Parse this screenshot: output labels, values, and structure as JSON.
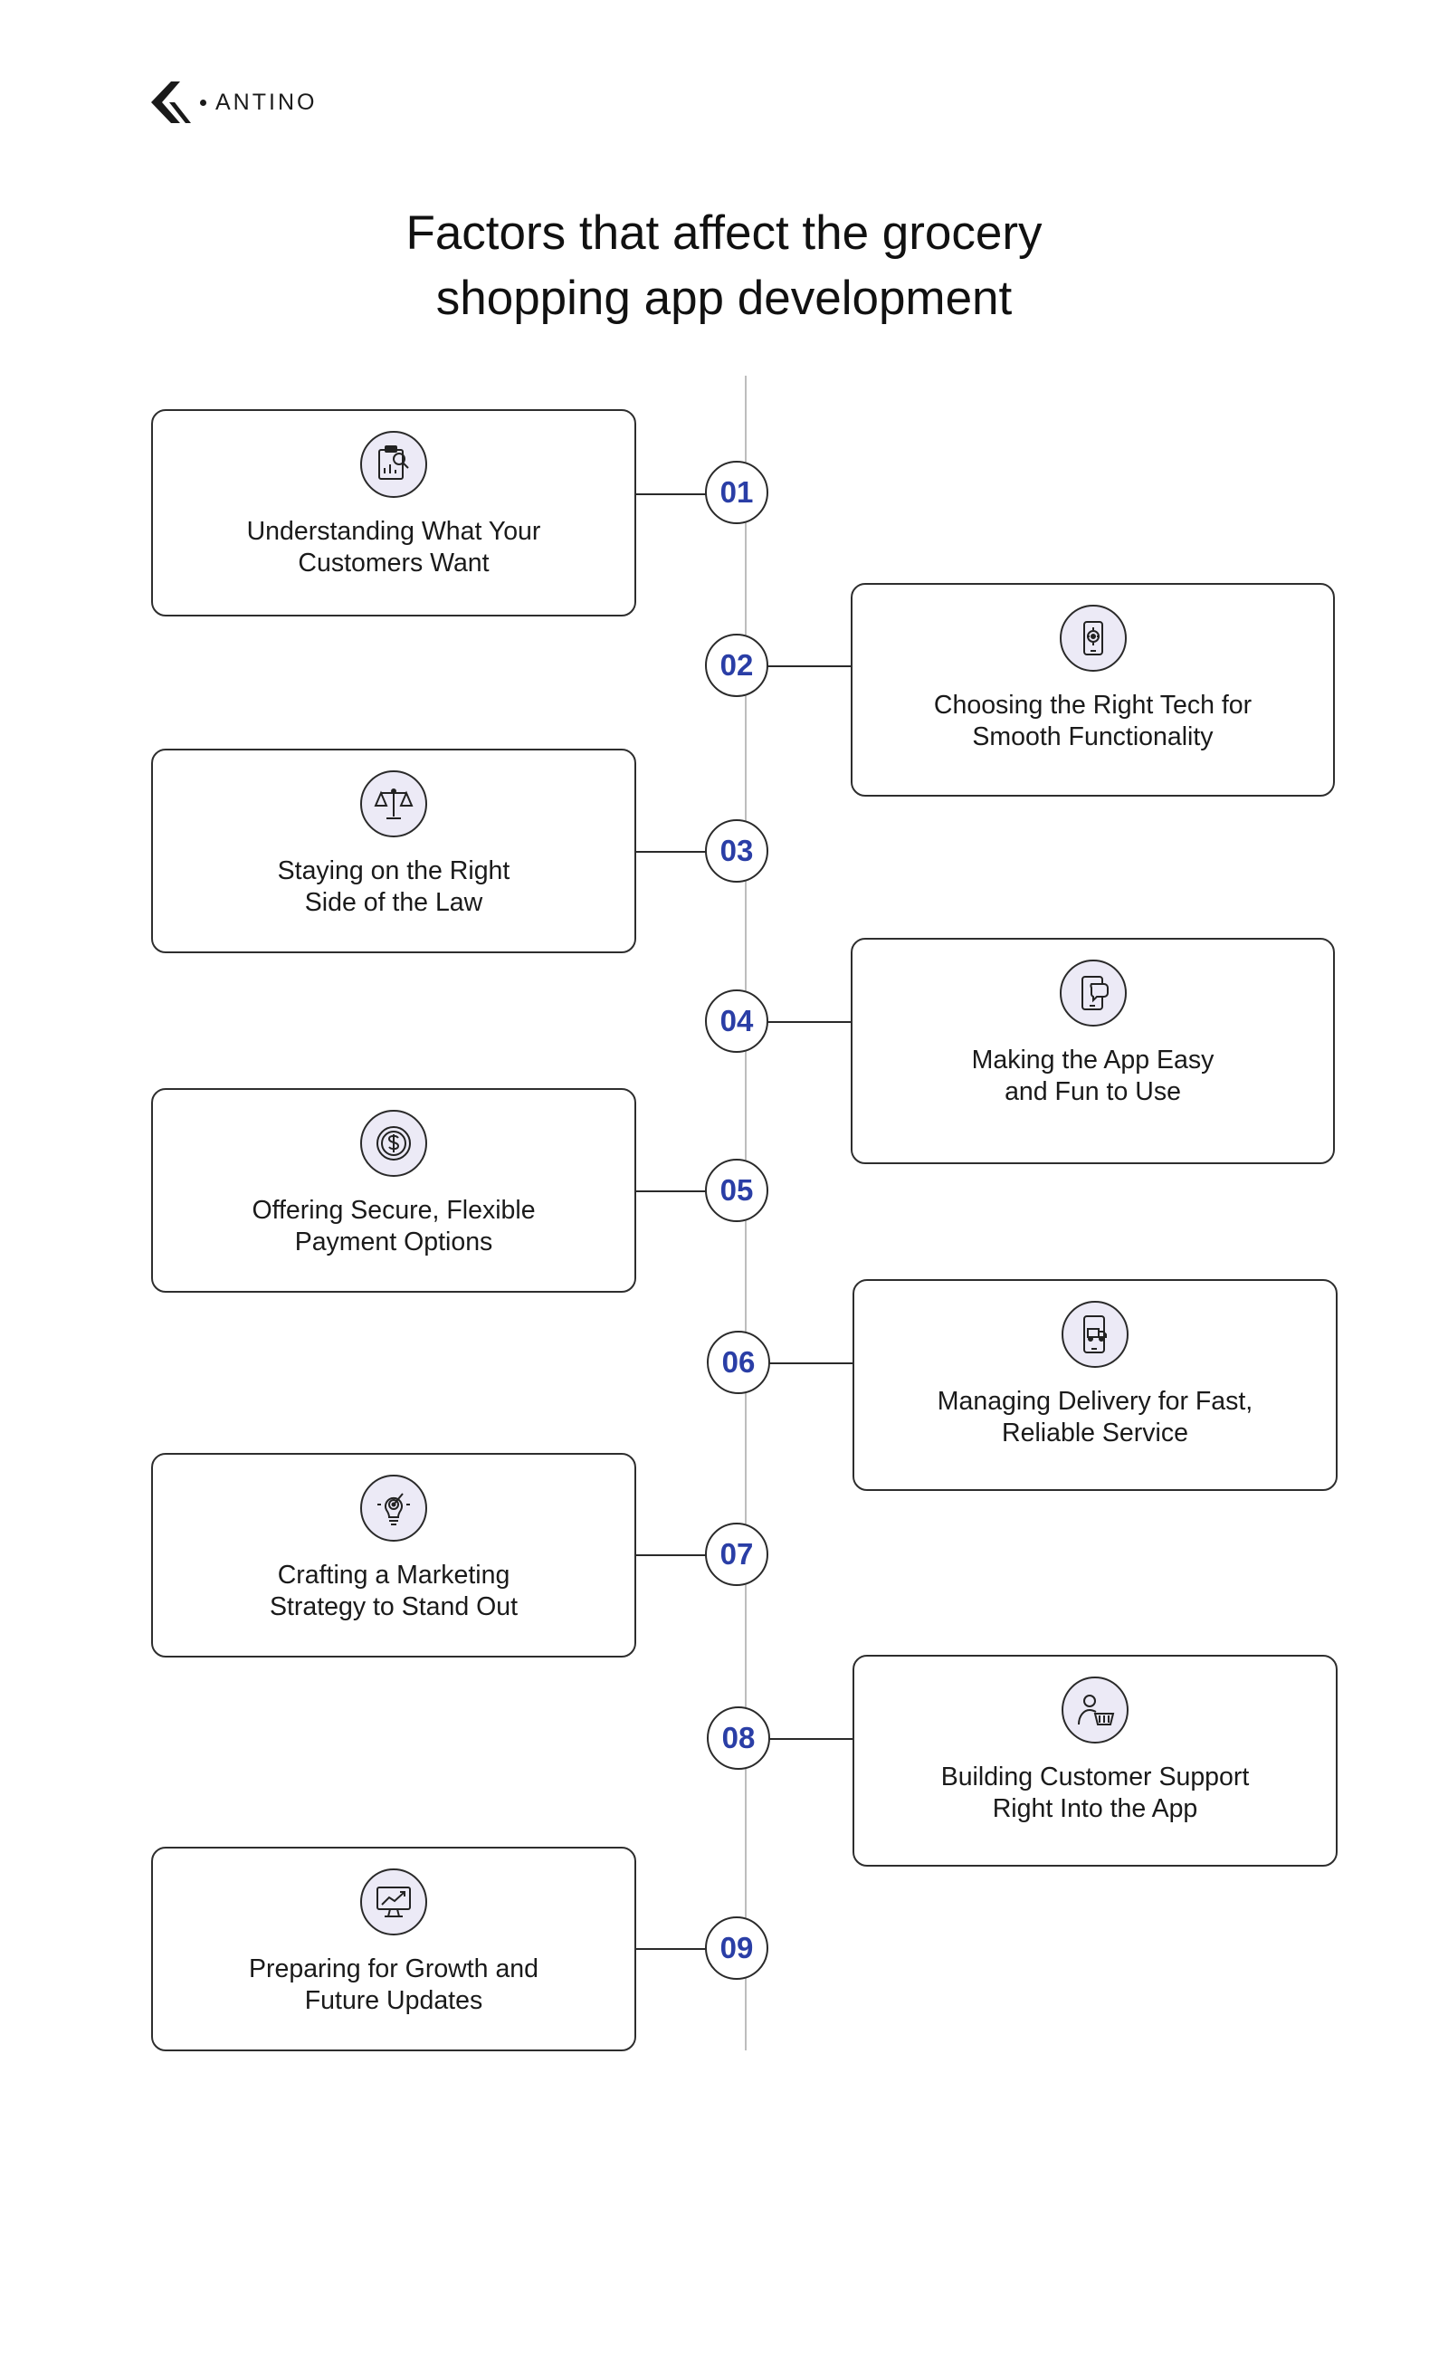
{
  "brand": {
    "name": "ANTINO"
  },
  "title": {
    "line1": "Factors that affect the grocery",
    "line2": "shopping app development"
  },
  "steps": [
    {
      "number": "01",
      "line1": "Understanding What Your",
      "line2": "Customers Want",
      "icon": "research-chart-icon"
    },
    {
      "number": "02",
      "line1": "Choosing the Right Tech for",
      "line2": "Smooth Functionality",
      "icon": "mobile-tech-icon"
    },
    {
      "number": "03",
      "line1": "Staying on the Right",
      "line2": "Side of the Law",
      "icon": "balance-scale-icon"
    },
    {
      "number": "04",
      "line1": "Making the App Easy",
      "line2": "and Fun to Use",
      "icon": "mobile-chat-icon"
    },
    {
      "number": "05",
      "line1": "Offering Secure, Flexible",
      "line2": "Payment Options",
      "icon": "dollar-coin-icon"
    },
    {
      "number": "06",
      "line1": "Managing Delivery for Fast,",
      "line2": "Reliable Service",
      "icon": "delivery-truck-icon"
    },
    {
      "number": "07",
      "line1": "Crafting a Marketing",
      "line2": "Strategy to Stand Out",
      "icon": "target-idea-icon"
    },
    {
      "number": "08",
      "line1": "Building Customer Support",
      "line2": "Right Into the App",
      "icon": "support-basket-icon"
    },
    {
      "number": "09",
      "line1": "Preparing for Growth and",
      "line2": "Future Updates",
      "icon": "growth-monitor-icon"
    }
  ],
  "colors": {
    "number": "#2a3ea6",
    "icon_bg": "#eceaf6",
    "border": "#2e2e2e"
  }
}
